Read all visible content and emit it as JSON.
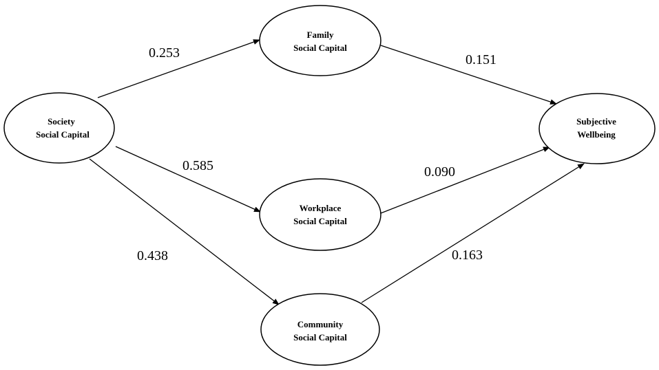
{
  "nodes": {
    "society": {
      "line1": "Society",
      "line2": "Social Capital"
    },
    "family": {
      "line1": "Family",
      "line2": "Social Capital"
    },
    "workplace": {
      "line1": "Workplace",
      "line2": "Social Capital"
    },
    "community": {
      "line1": "Community",
      "line2": "Social Capital"
    },
    "wellbeing": {
      "line1": "Subjective",
      "line2": "Wellbeing"
    }
  },
  "edges": {
    "society_family": "0.253",
    "society_workplace": "0.585",
    "society_community": "0.438",
    "family_wellbeing": "0.151",
    "workplace_wellbeing": "0.090",
    "community_wellbeing": "0.163"
  },
  "colors": {
    "stroke": "#000000",
    "background": "#ffffff"
  }
}
